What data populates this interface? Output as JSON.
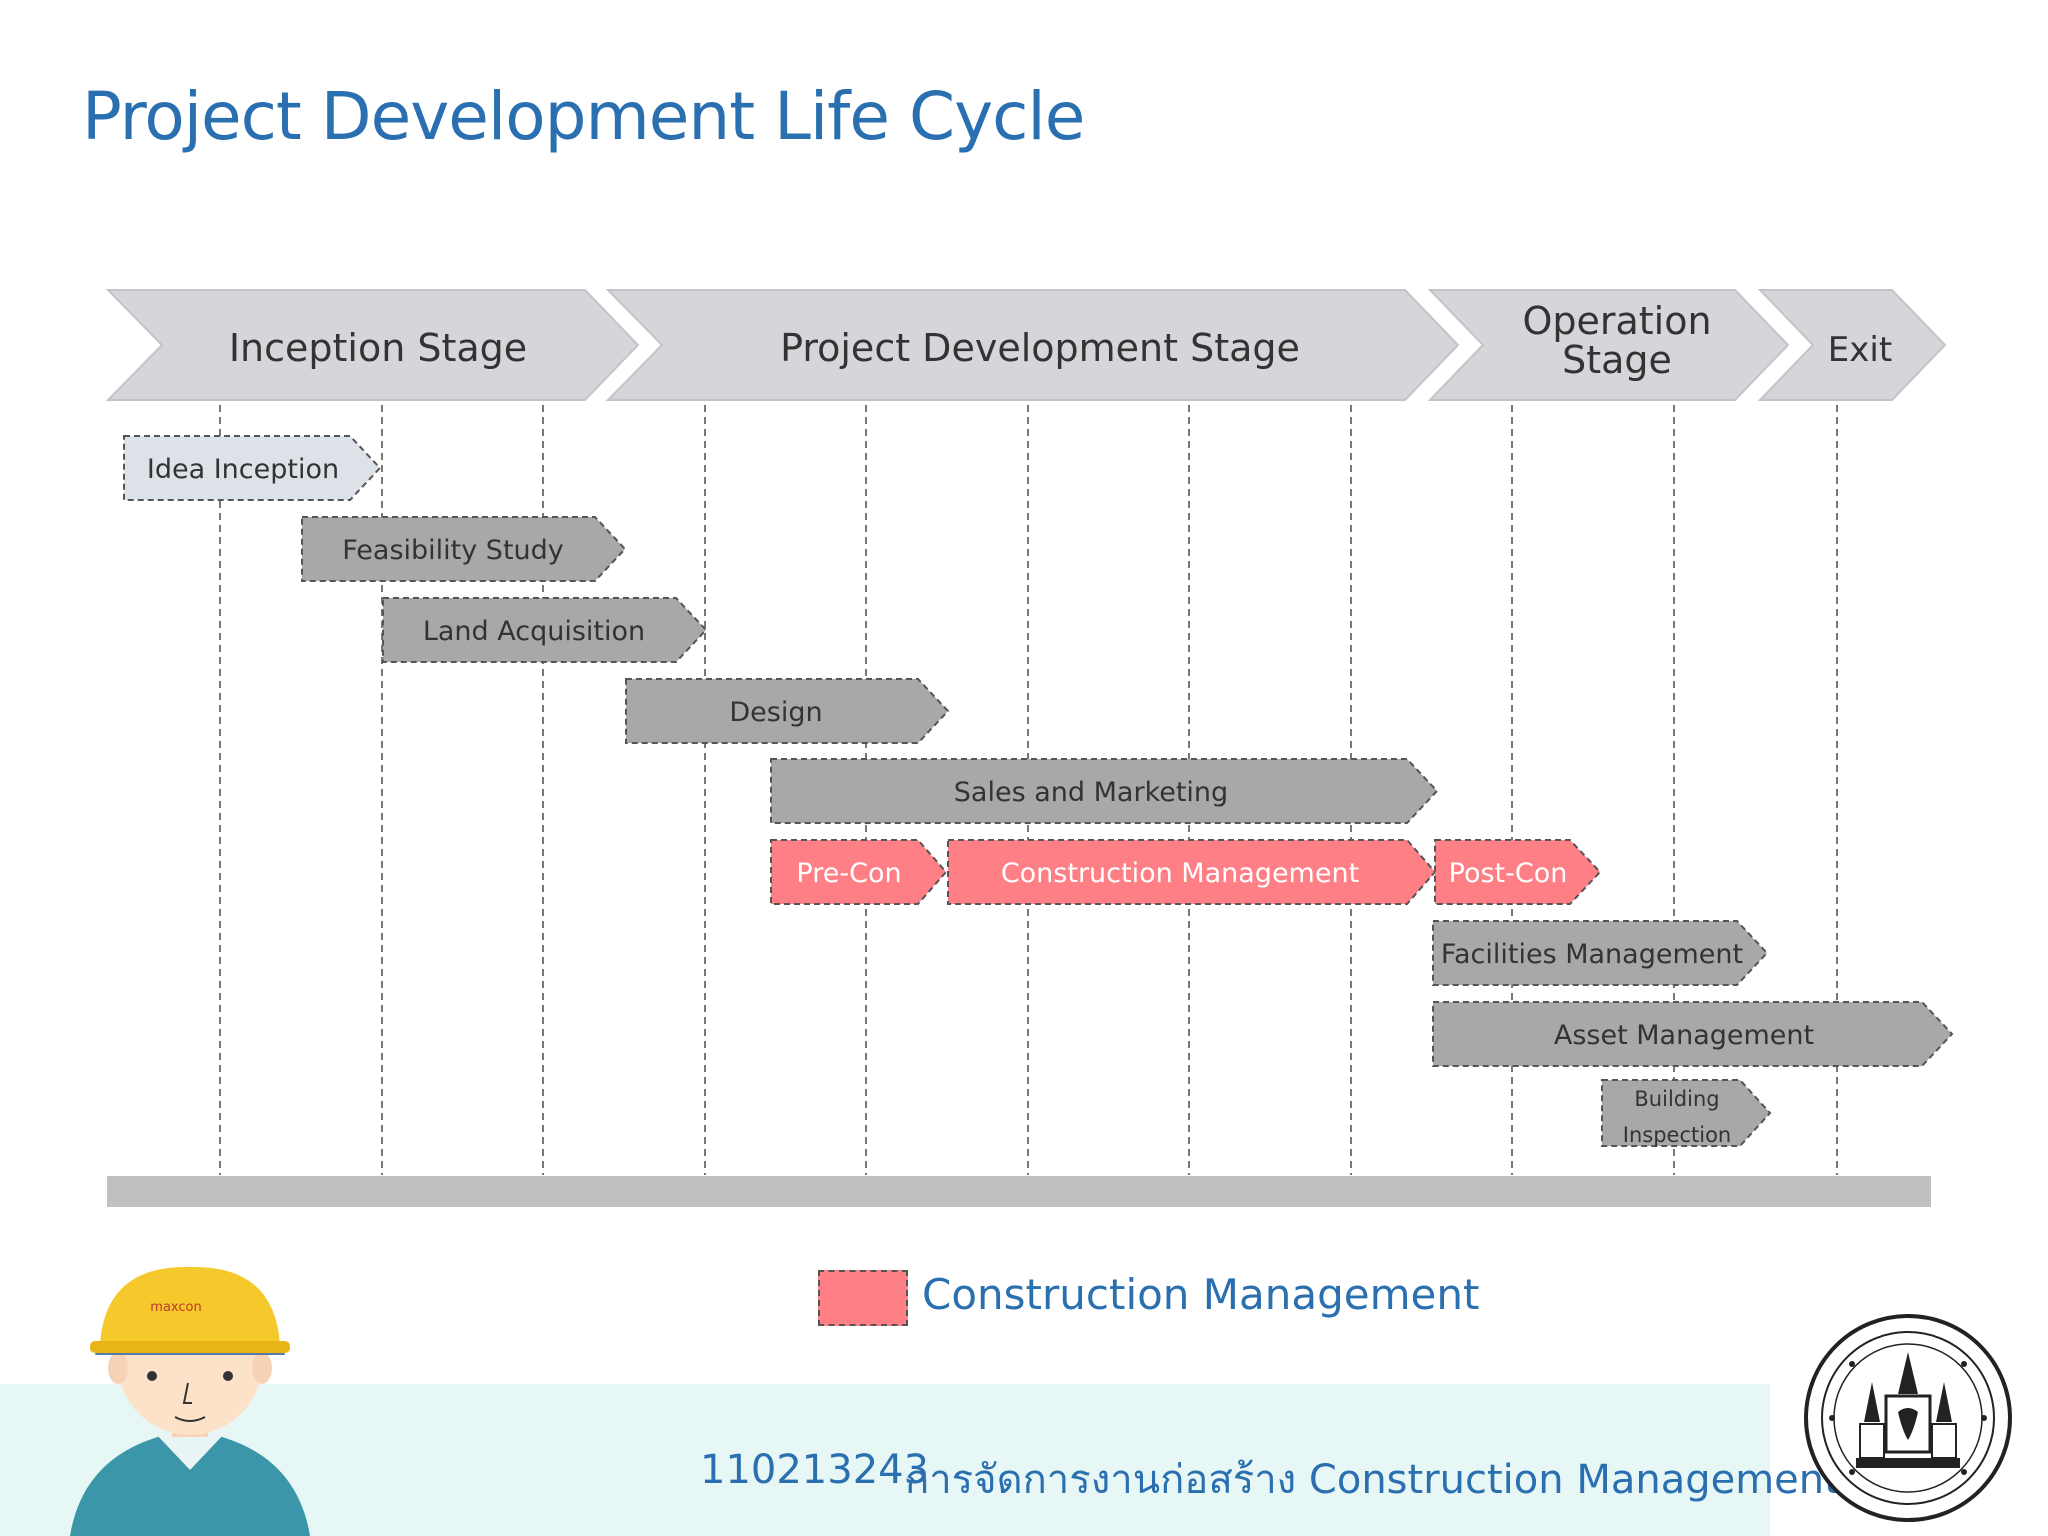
{
  "title": "Project Development Life Cycle",
  "stages": [
    {
      "label": "Inception Stage"
    },
    {
      "label": "Project Development Stage"
    },
    {
      "label_lines": [
        "Operation",
        "Stage"
      ]
    },
    {
      "label": "Exit"
    }
  ],
  "activities": [
    {
      "name": "idea-inception",
      "label": "Idea Inception",
      "category": "pre-development"
    },
    {
      "name": "feasibility-study",
      "label": "Feasibility Study",
      "category": "phase"
    },
    {
      "name": "land-acquisition",
      "label": "Land Acquisition",
      "category": "phase"
    },
    {
      "name": "design",
      "label": "Design",
      "category": "phase"
    },
    {
      "name": "sales-and-marketing",
      "label": "Sales and Marketing",
      "category": "phase"
    },
    {
      "name": "pre-con",
      "label": "Pre-Con",
      "category": "construction"
    },
    {
      "name": "construction-management",
      "label": "Construction Management",
      "category": "construction"
    },
    {
      "name": "post-con",
      "label": "Post-Con",
      "category": "construction"
    },
    {
      "name": "facilities-management",
      "label": "Facilities Management",
      "category": "phase"
    },
    {
      "name": "asset-management",
      "label": "Asset Management",
      "category": "phase"
    },
    {
      "name": "building-inspection",
      "label_lines": [
        "Building",
        "Inspection"
      ],
      "category": "phase"
    }
  ],
  "legend": {
    "label": "Construction Management"
  },
  "footer": {
    "code": "110213243",
    "name": "การจัดการงานก่อสร้าง Construction Management"
  },
  "helmet_logo": "maxcon",
  "colors": {
    "title": "#2a6fb0",
    "stage_fill": "#d6d5da",
    "phase_fill": "#a8a8aa",
    "construction_fill": "#ff7f86",
    "idea_fill": "#dde1e8",
    "footer_band": "#e6f7f5",
    "baseline": "#c0c0c3"
  },
  "icons": [
    "worker-avatar-icon",
    "university-seal-icon"
  ]
}
